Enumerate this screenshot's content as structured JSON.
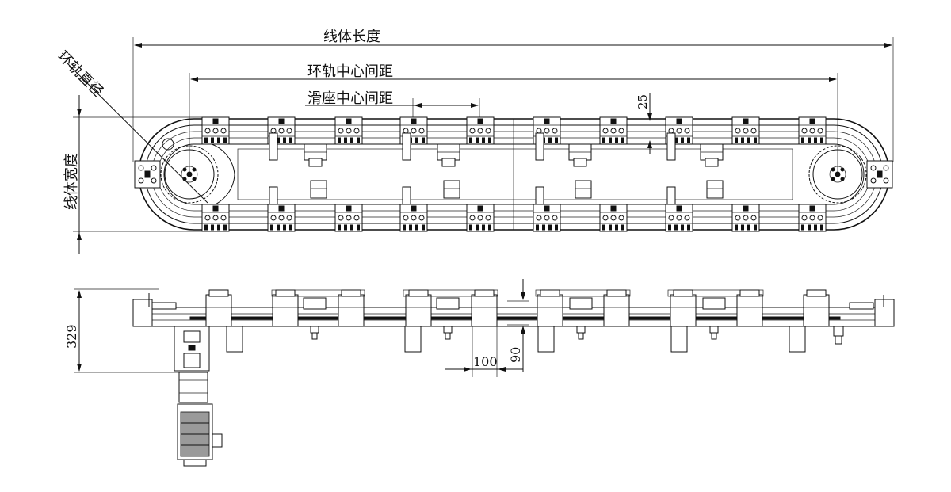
{
  "top_view": {
    "line_length_label": "线体长度",
    "ring_center_distance_label": "环轨中心间距",
    "slider_center_distance_label": "滑座中心间距",
    "ring_diameter_label": "环轨直径",
    "line_width_label": "线体宽度",
    "dim_25": "25"
  },
  "side_view": {
    "dim_329": "329",
    "dim_100": "100",
    "dim_90": "90"
  },
  "colors": {
    "line": "#111111",
    "background": "#ffffff",
    "fill_gray": "#9a9a9a"
  }
}
